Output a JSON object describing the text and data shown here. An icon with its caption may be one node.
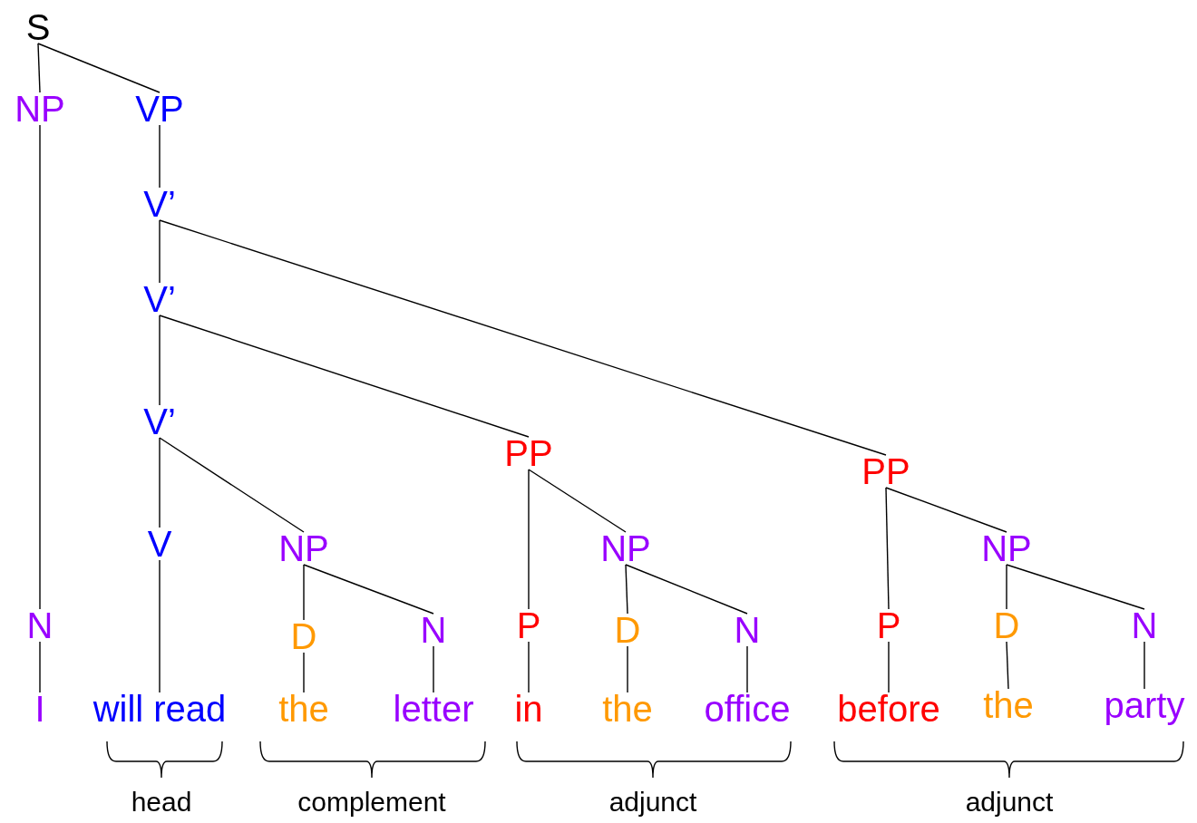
{
  "diagram": {
    "nodes": [
      {
        "text": [
          "S"
        ]
      },
      {
        "text": [
          "NP"
        ]
      },
      {
        "text": [
          "VP"
        ]
      },
      {
        "text": [
          "V’"
        ]
      },
      {
        "text": [
          "V’"
        ]
      },
      {
        "text": [
          "V’"
        ]
      },
      {
        "text": [
          "V"
        ]
      },
      {
        "text": [
          "NP"
        ]
      },
      {
        "text": [
          "PP"
        ]
      },
      {
        "text": [
          "PP"
        ]
      },
      {
        "text": [
          "N"
        ]
      },
      {
        "text": [
          "D"
        ]
      },
      {
        "text": [
          "N"
        ]
      },
      {
        "text": [
          "P"
        ]
      },
      {
        "text": [
          "NP"
        ]
      },
      {
        "text": [
          "D"
        ]
      },
      {
        "text": [
          "N"
        ]
      },
      {
        "text": [
          "P"
        ]
      },
      {
        "text": [
          "NP"
        ]
      },
      {
        "text": [
          "D"
        ]
      },
      {
        "text": [
          "N"
        ]
      },
      {
        "text": [
          "I"
        ]
      },
      {
        "text": [
          "will read"
        ]
      },
      {
        "text": [
          "the"
        ]
      },
      {
        "text": [
          "letter"
        ]
      },
      {
        "text": [
          "in"
        ]
      },
      {
        "text": [
          "the"
        ]
      },
      {
        "text": [
          "office"
        ]
      },
      {
        "text": [
          "before"
        ]
      },
      {
        "text": [
          "the"
        ]
      },
      {
        "text": [
          "party"
        ]
      }
    ],
    "edges": [
      {
        "from": 0,
        "to": 1,
        "arrow": "none"
      },
      {
        "from": 0,
        "to": 2,
        "arrow": "none"
      },
      {
        "from": 1,
        "to": 10,
        "arrow": "none"
      },
      {
        "from": 10,
        "to": 21,
        "arrow": "none"
      },
      {
        "from": 2,
        "to": 3,
        "arrow": "none"
      },
      {
        "from": 3,
        "to": 4,
        "arrow": "none"
      },
      {
        "from": 3,
        "to": 9,
        "arrow": "none"
      },
      {
        "from": 4,
        "to": 5,
        "arrow": "none"
      },
      {
        "from": 4,
        "to": 8,
        "arrow": "none"
      },
      {
        "from": 5,
        "to": 6,
        "arrow": "none"
      },
      {
        "from": 5,
        "to": 7,
        "arrow": "none"
      },
      {
        "from": 6,
        "to": 22,
        "arrow": "none"
      },
      {
        "from": 7,
        "to": 11,
        "arrow": "none"
      },
      {
        "from": 7,
        "to": 12,
        "arrow": "none"
      },
      {
        "from": 11,
        "to": 23,
        "arrow": "none"
      },
      {
        "from": 12,
        "to": 24,
        "arrow": "none"
      },
      {
        "from": 8,
        "to": 13,
        "arrow": "none"
      },
      {
        "from": 8,
        "to": 14,
        "arrow": "none"
      },
      {
        "from": 13,
        "to": 25,
        "arrow": "none"
      },
      {
        "from": 14,
        "to": 15,
        "arrow": "none"
      },
      {
        "from": 14,
        "to": 16,
        "arrow": "none"
      },
      {
        "from": 15,
        "to": 26,
        "arrow": "none"
      },
      {
        "from": 16,
        "to": 27,
        "arrow": "none"
      },
      {
        "from": 9,
        "to": 17,
        "arrow": "none"
      },
      {
        "from": 9,
        "to": 18,
        "arrow": "none"
      },
      {
        "from": 17,
        "to": 28,
        "arrow": "none"
      },
      {
        "from": 18,
        "to": 19,
        "arrow": "none"
      },
      {
        "from": 18,
        "to": 20,
        "arrow": "none"
      },
      {
        "from": 19,
        "to": 29,
        "arrow": "none"
      },
      {
        "from": 20,
        "to": 30,
        "arrow": "none"
      }
    ],
    "labels": [
      "head",
      "complement",
      "adjunct",
      "adjunct"
    ]
  }
}
